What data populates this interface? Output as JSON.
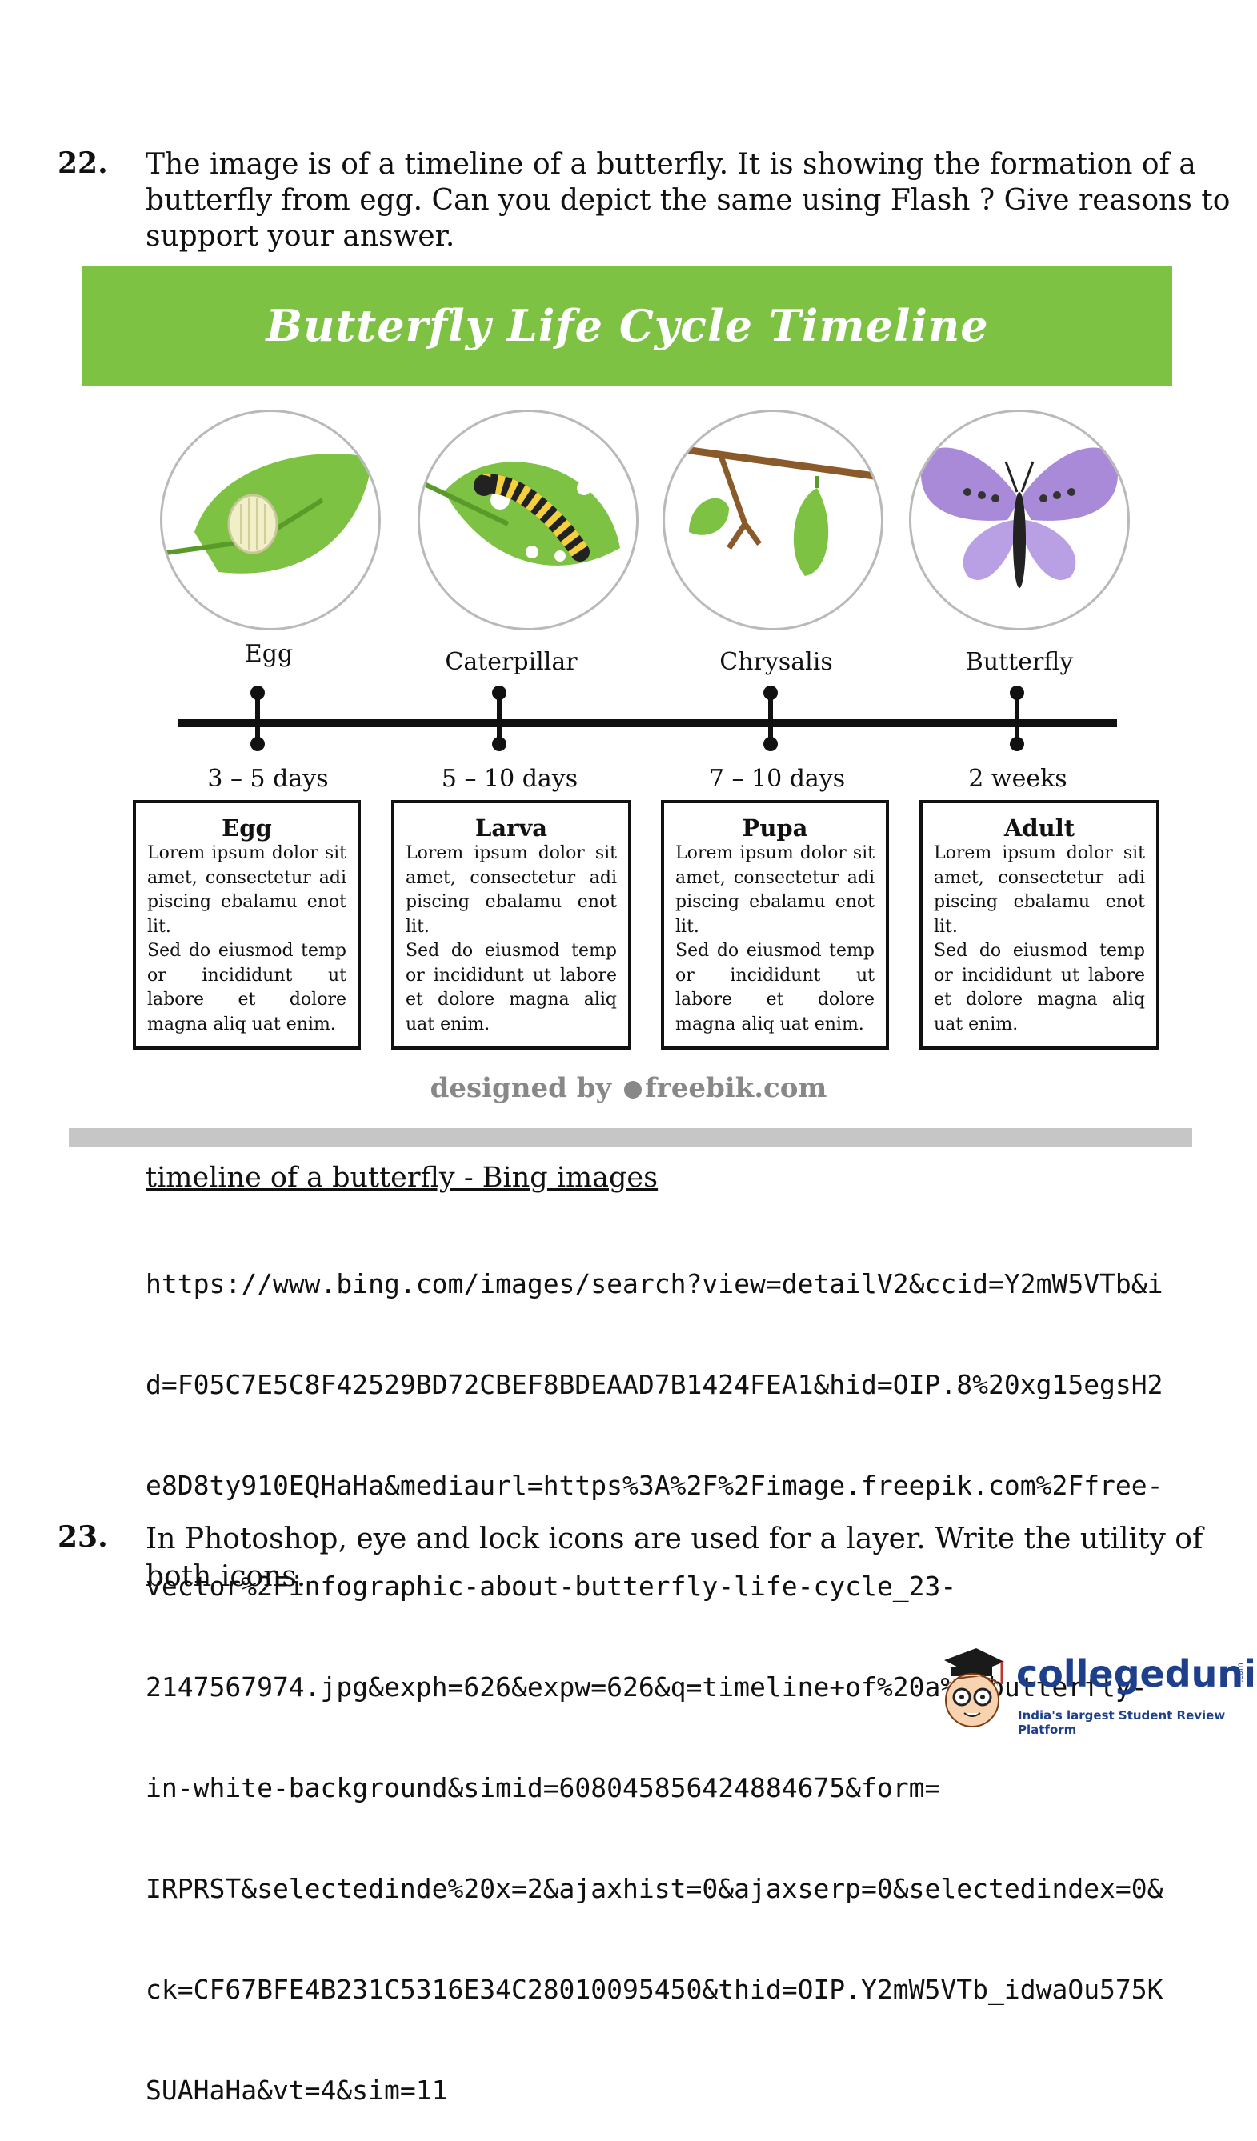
{
  "q22": {
    "number": "22.",
    "lines": [
      "The image is of a timeline of a butterfly. It is showing the formation of a",
      "butterfly from egg. Can you depict the same using Flash ? Give reasons to",
      "support your answer."
    ]
  },
  "infographic": {
    "title": "Butterfly Life Cycle Timeline",
    "stages": [
      {
        "label": "Egg",
        "duration": "3 – 5 days",
        "box_title": "Egg",
        "icon": "egg-on-leaf-icon"
      },
      {
        "label": "Caterpillar",
        "duration": "5 – 10 days",
        "box_title": "Larva",
        "icon": "caterpillar-icon"
      },
      {
        "label": "Chrysalis",
        "duration": "7 – 10 days",
        "box_title": "Pupa",
        "icon": "chrysalis-icon"
      },
      {
        "label": "Butterfly",
        "duration": "2 weeks",
        "box_title": "Adult",
        "icon": "butterfly-icon"
      }
    ],
    "box_body": "Lorem ipsum dolor sit amet, consectetur adi piscing ebalamu enot lit.\nSed do eiusmod temp or incididunt ut labore et dolore magna aliq uat enim.",
    "credit_prefix": "designed by",
    "credit_site": "freebik.com",
    "colors": {
      "banner": "#7dc242",
      "leaf": "#7dc242",
      "butterfly": "#a98ad9"
    }
  },
  "link": {
    "title": "timeline of a butterfly - Bing images",
    "url_lines": [
      "https://www.bing.com/images/search?view=detailV2&ccid=Y2mW5VTb&i",
      "d=F05C7E5C8F42529BD72CBEF8BDEAAD7B1424FEA1&hid=OIP.8%20xg15egsH2",
      "e8D8ty910EQHaHa&mediaurl=https%3A%2F%2Fimage.freepik.com%2Ffree-",
      "vector%2Finfographic-about-butterfly-life-cycle_23-",
      "2147567974.jpg&exph=626&expw=626&q=timeline+of%20a%20butterfly-",
      "in-white-background&simid=608045856424884675&form=",
      "IRPRST&selectedinde%20x=2&ajaxhist=0&ajaxserp=0&selectedindex=0&",
      "ck=CF67BFE4B231C5316E34C28010095450&thid=OIP.Y2mW5VTb_idwaOu575K",
      "SUAHaHa&vt=4&sim=11"
    ]
  },
  "q23": {
    "number": "23.",
    "lines": [
      "In Photoshop, eye and lock icons are used for a layer. Write the utility of",
      "both icons."
    ]
  },
  "logo": {
    "name": "collegedunia",
    "suffix": ".com",
    "tagline": "India's largest Student Review Platform"
  }
}
